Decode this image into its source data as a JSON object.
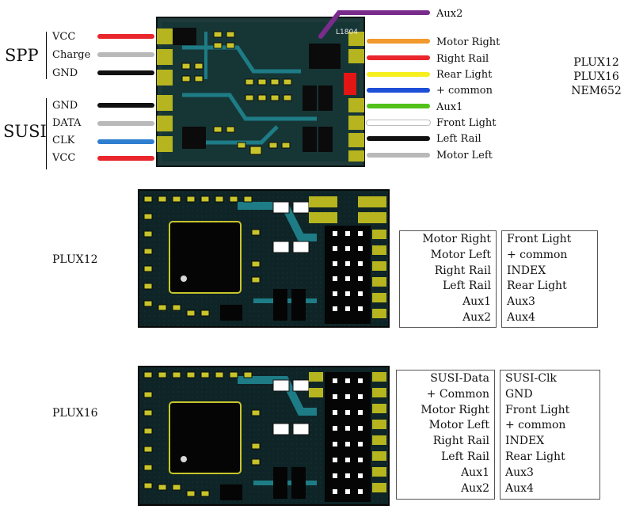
{
  "top": {
    "spp": {
      "group_label": "SPP",
      "pins": [
        "VCC",
        "Charge",
        "GND"
      ]
    },
    "susi": {
      "group_label": "SUSI",
      "pins": [
        "GND",
        "DATA",
        "CLK",
        "VCC"
      ]
    },
    "right_pins": [
      "Aux2",
      "Motor Right",
      "Right Rail",
      "Rear Light",
      "+ common",
      "Aux1",
      "Front Light",
      "Left Rail",
      "Motor Left"
    ],
    "board_marking": "L1804",
    "models": [
      "PLUX12",
      "PLUX16",
      "NEM652"
    ],
    "wire_colors": {
      "spp": [
        "#e8262b",
        "#b9b9b9",
        "#111111"
      ],
      "susi": [
        "#111111",
        "#b9b9b9",
        "#2e7fd0",
        "#e8262b"
      ],
      "aux2": "#7a2c8c",
      "right": [
        "#f2992d",
        "#e8262b",
        "#f6ef1f",
        "#1d4fd8",
        "#52c21b",
        "#ffffff",
        "#111111",
        "#b9b9b9"
      ]
    }
  },
  "plux12": {
    "label": "PLUX12",
    "left": [
      "Motor Right",
      "Motor Left",
      "Right Rail",
      "Left Rail",
      "Aux1",
      "Aux2"
    ],
    "right": [
      "Front Light",
      "+ common",
      "INDEX",
      "Rear Light",
      "Aux3",
      "Aux4"
    ]
  },
  "plux16": {
    "label": "PLUX16",
    "left": [
      "SUSI-Data",
      "+ Common",
      "Motor Right",
      "Motor  Left",
      "Right Rail",
      "Left Rail",
      "Aux1",
      "Aux2"
    ],
    "right": [
      "SUSI-Clk",
      "GND",
      "Front Light",
      "+ common",
      "INDEX",
      "Rear Light",
      "Aux3",
      "Aux4"
    ]
  }
}
